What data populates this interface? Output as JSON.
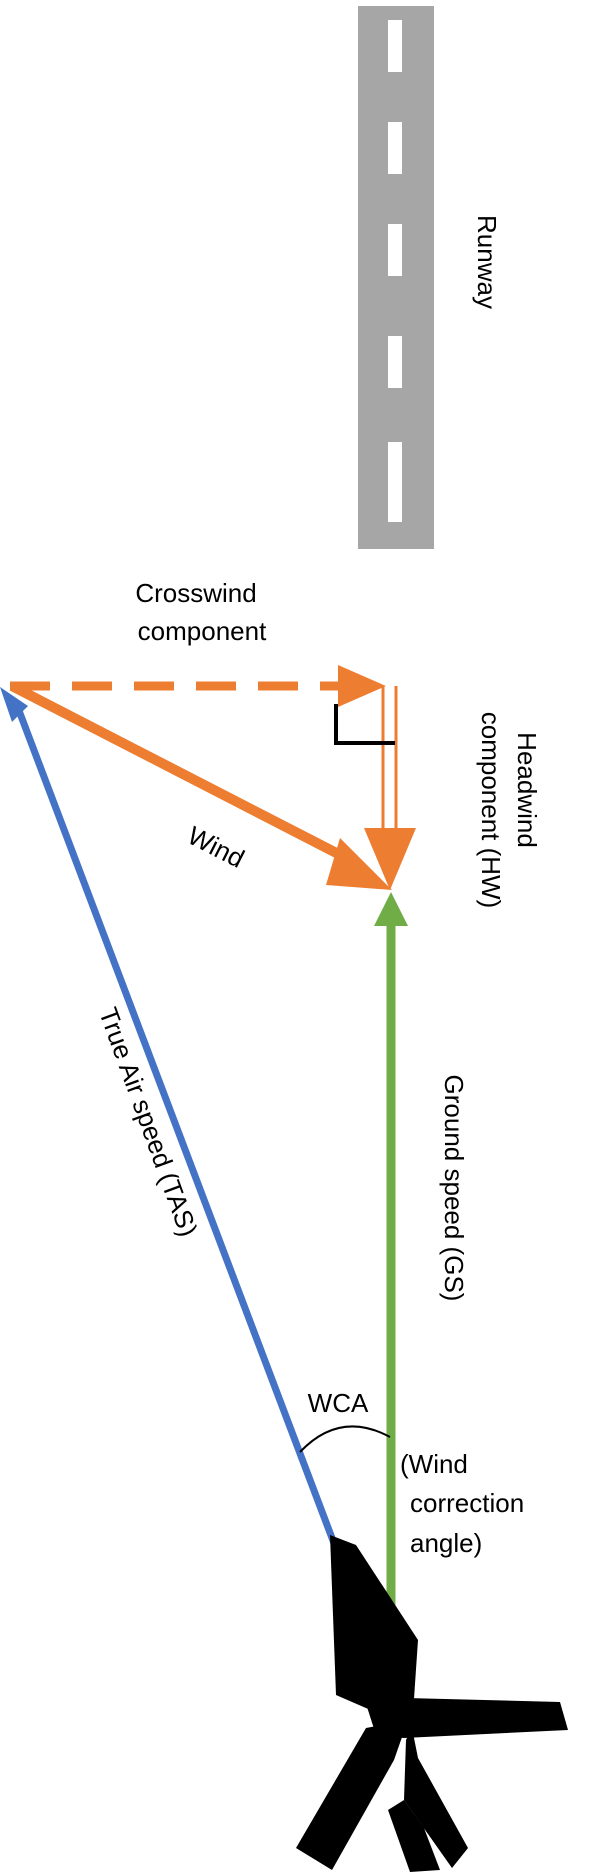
{
  "labels": {
    "runway": "Runway",
    "crosswind_line1": "Crosswind",
    "crosswind_line2": "component",
    "headwind_line1": "Headwind",
    "headwind_line2": "component (HW)",
    "wind": "Wind",
    "tas": "True Air speed (TAS)",
    "gs": "Ground speed (GS)",
    "wca": "WCA",
    "wca_full_line1": "(Wind",
    "wca_full_line2": "correction",
    "wca_full_line3": "angle)"
  },
  "colors": {
    "runway": "#a6a6a6",
    "runway_marking": "#ffffff",
    "wind": "#ed7d31",
    "tas": "#4472c4",
    "gs": "#70ad47",
    "aircraft": "#000000",
    "right_angle": "#000000",
    "wca_arc": "#000000"
  },
  "icons": {
    "aircraft": "airplane-icon"
  }
}
